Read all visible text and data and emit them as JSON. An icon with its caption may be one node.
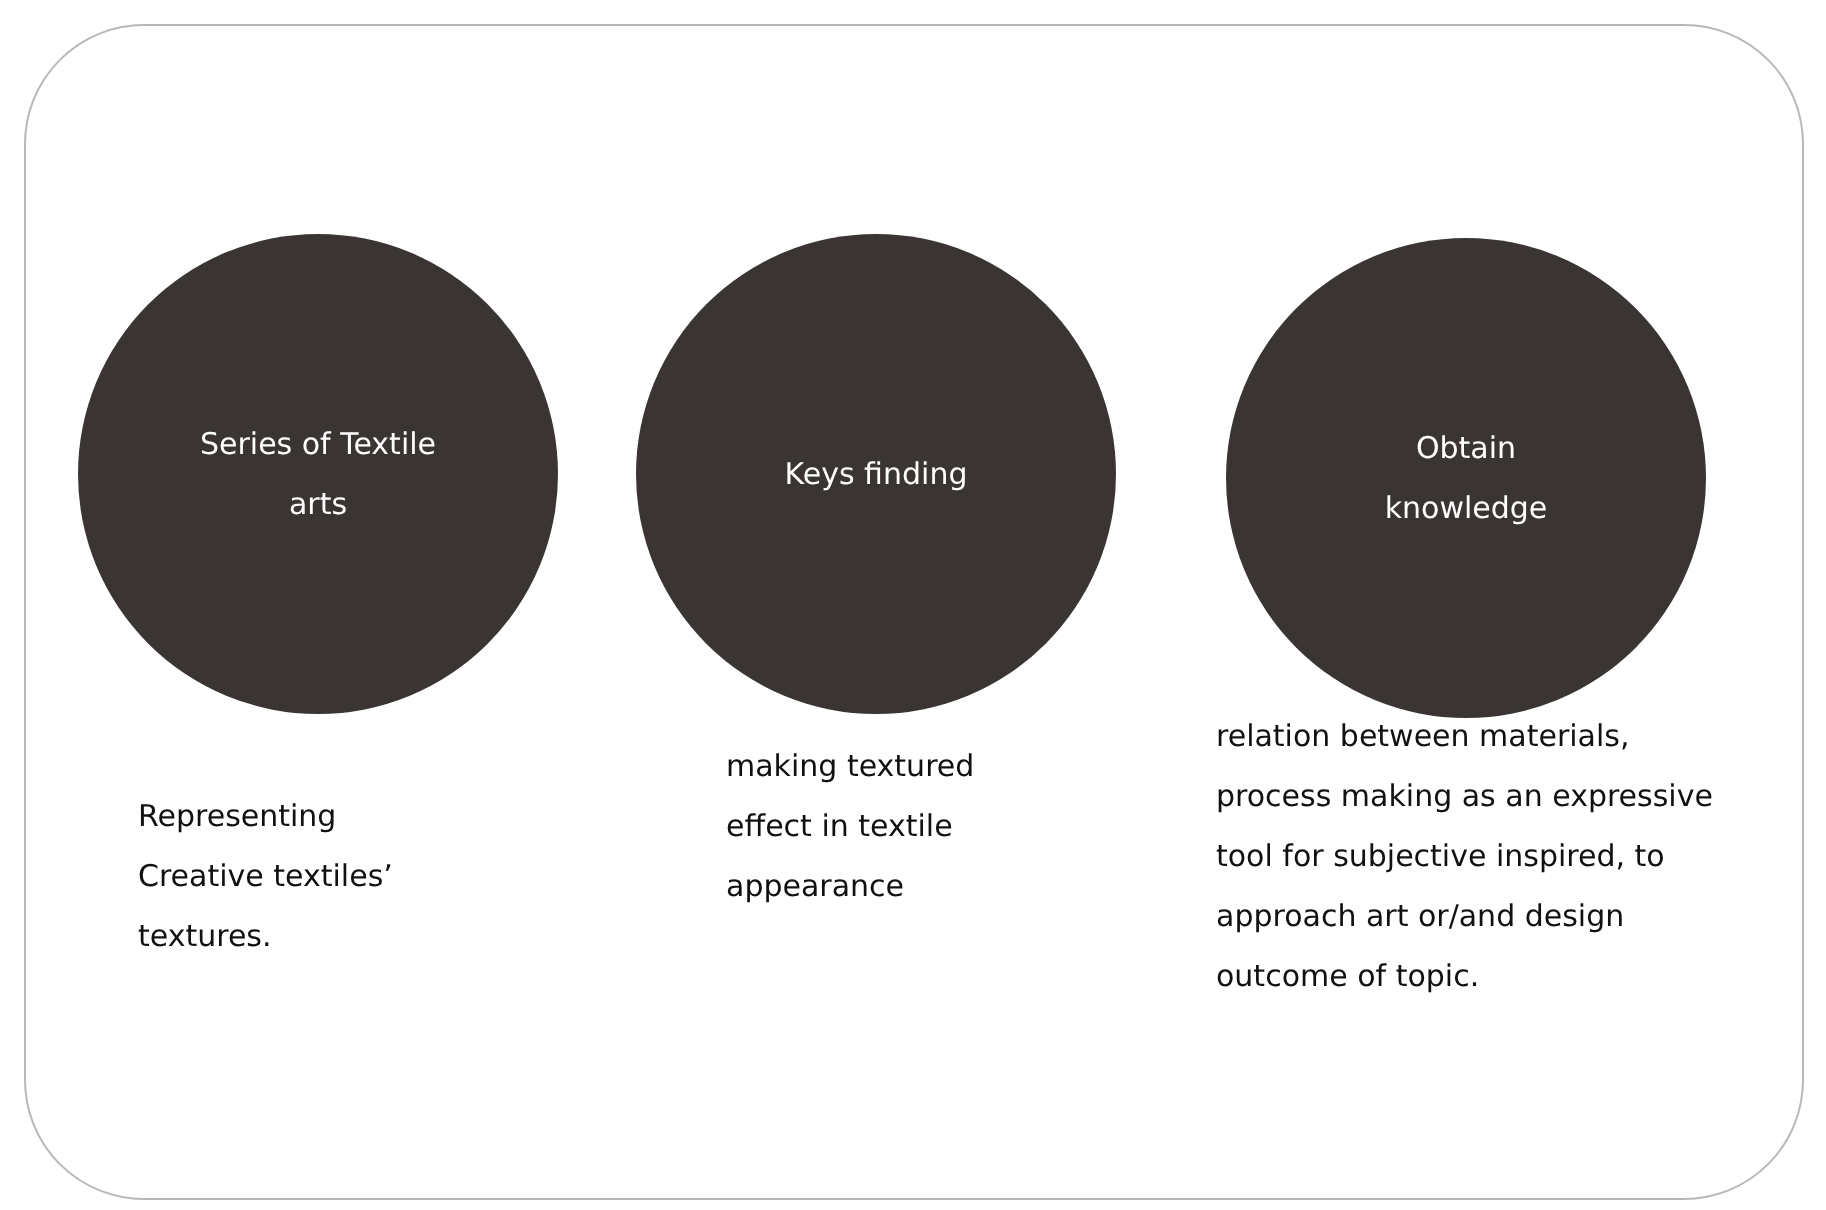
{
  "diagram": {
    "nodes": [
      {
        "text": [],
        "shape": "box"
      },
      {
        "text": [
          "Series of Textile arts"
        ],
        "in": 0,
        "beside": [
          "Representing Creative textiles’ textures."
        ]
      },
      {
        "text": [
          "Keys finding"
        ],
        "in": 0,
        "beside": [
          "making textured effect in textile appearance"
        ]
      },
      {
        "text": [
          "Obtain knowledge"
        ],
        "in": 0,
        "beside": [
          "relation between materials, process making as an expressive tool for subjective inspired, to approach art or/and design outcome of topic."
        ]
      }
    ]
  }
}
